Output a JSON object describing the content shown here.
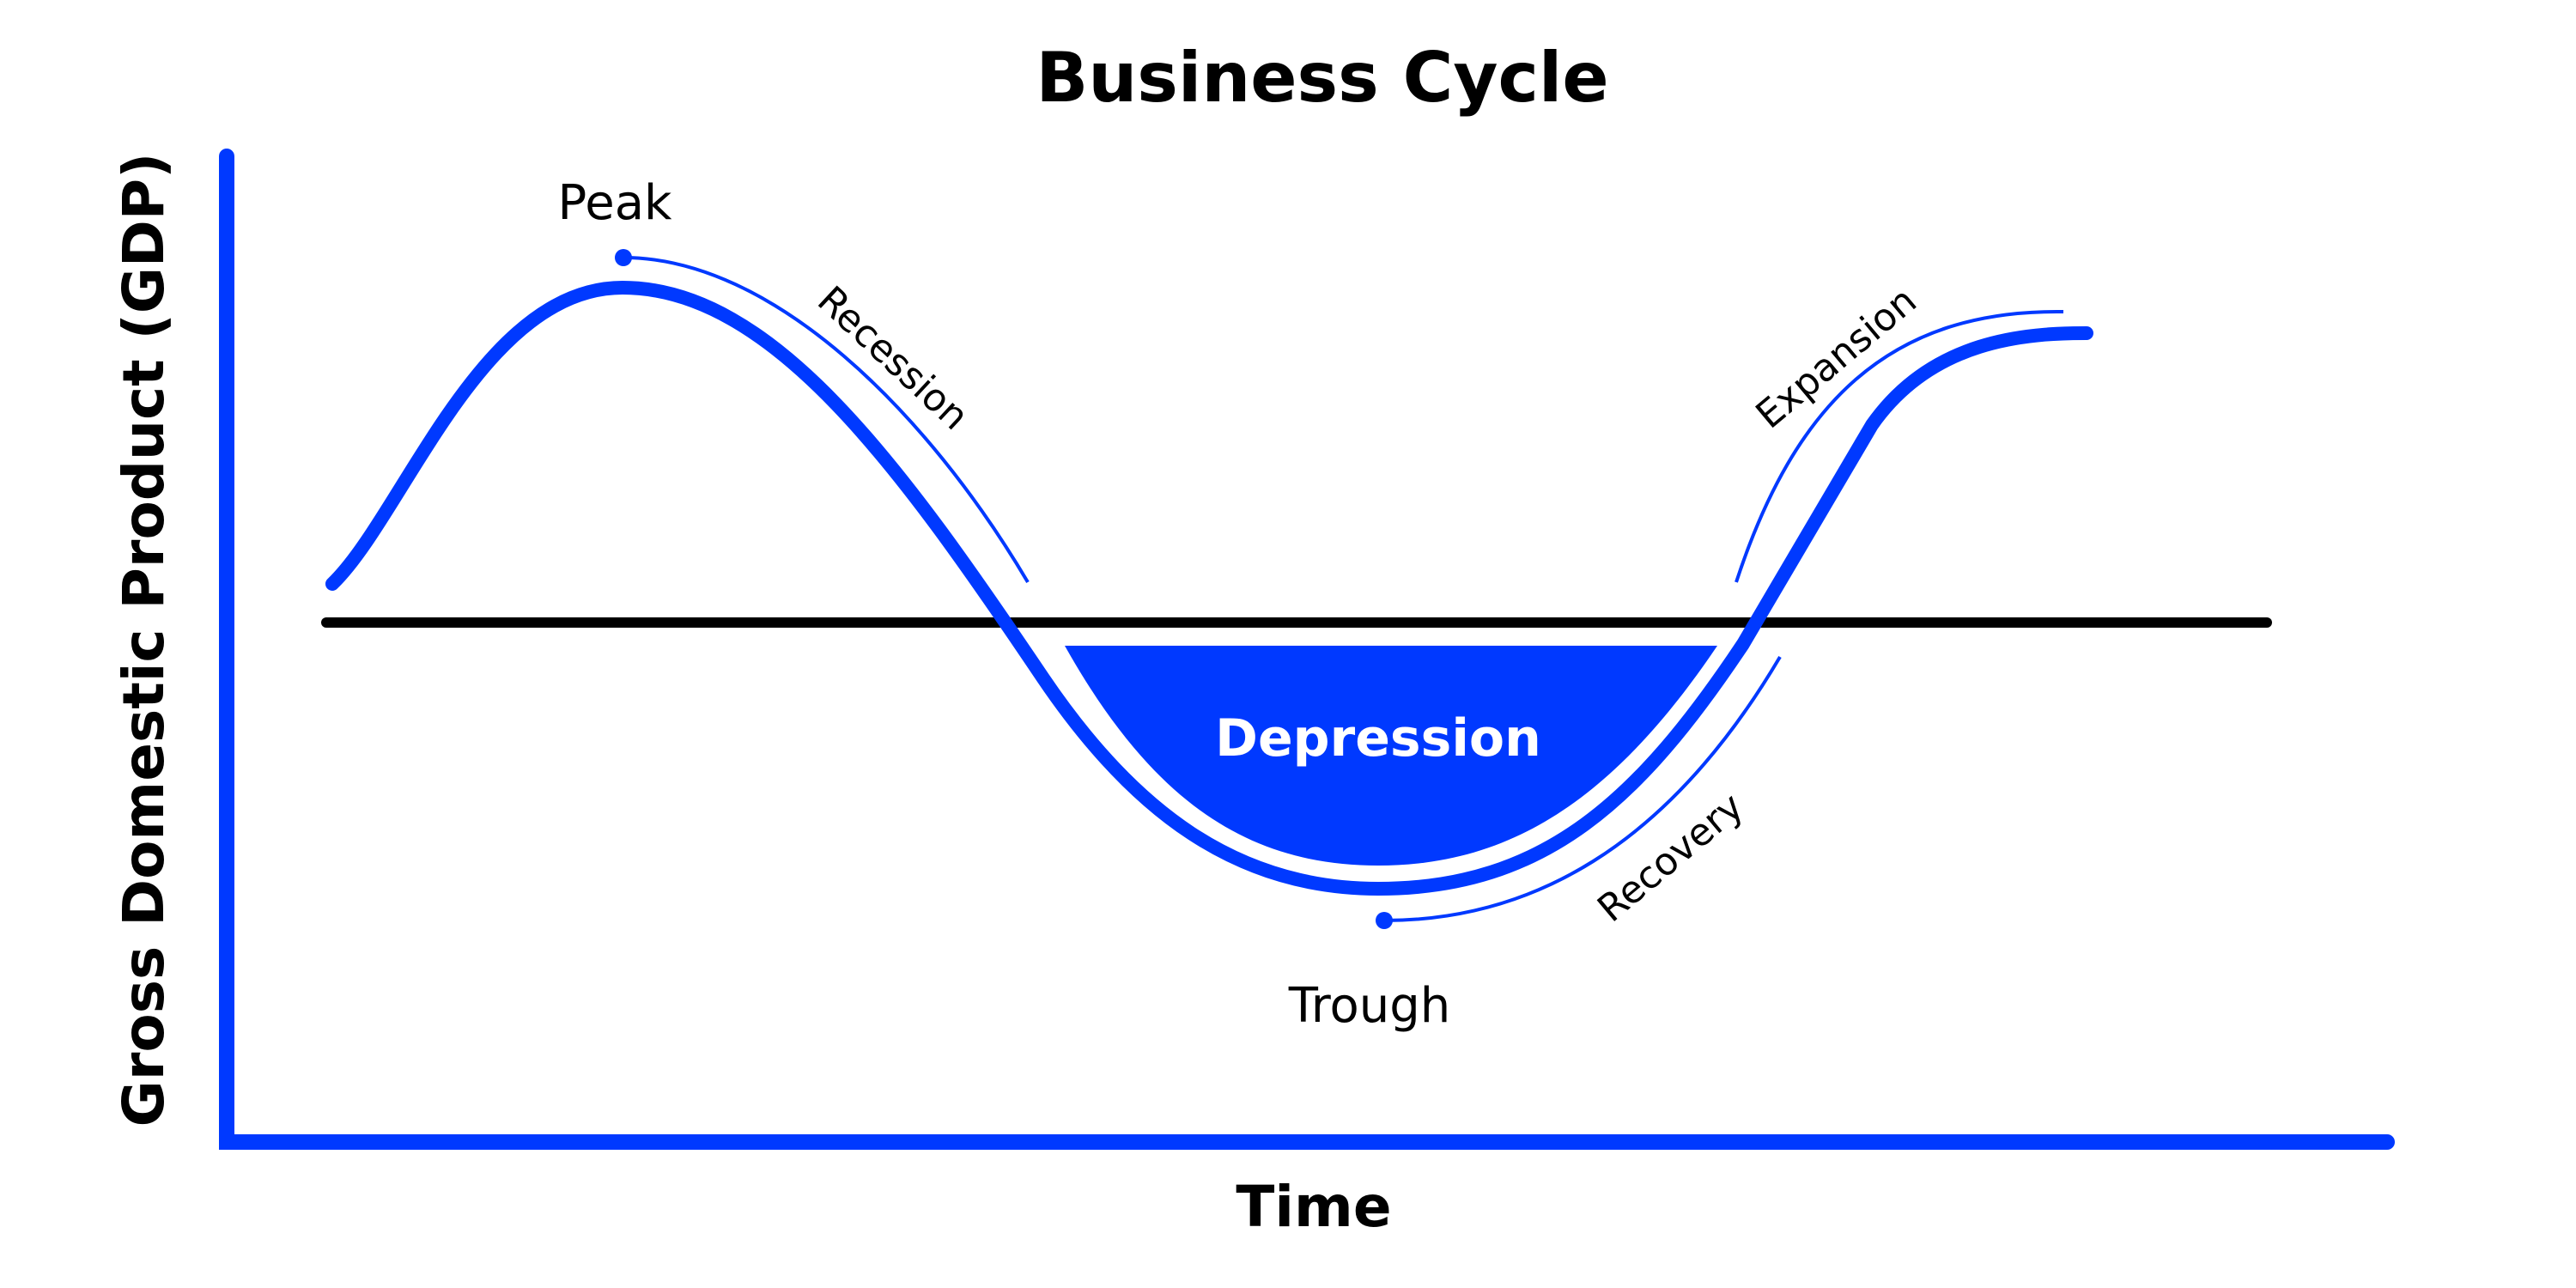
{
  "diagram": {
    "title": "Business Cycle",
    "x_axis_label": "Time",
    "y_axis_label": "Gross Domestic Product (GDP)",
    "peak_label": "Peak",
    "trough_label": "Trough",
    "depression_label": "Depression",
    "phases": {
      "recession": "Recession",
      "recovery": "Recovery",
      "expansion": "Expansion"
    },
    "colors": {
      "curve": "#0039ff",
      "trend_line": "#000000",
      "depression_fill": "#0039ff",
      "text": "#000000"
    }
  }
}
